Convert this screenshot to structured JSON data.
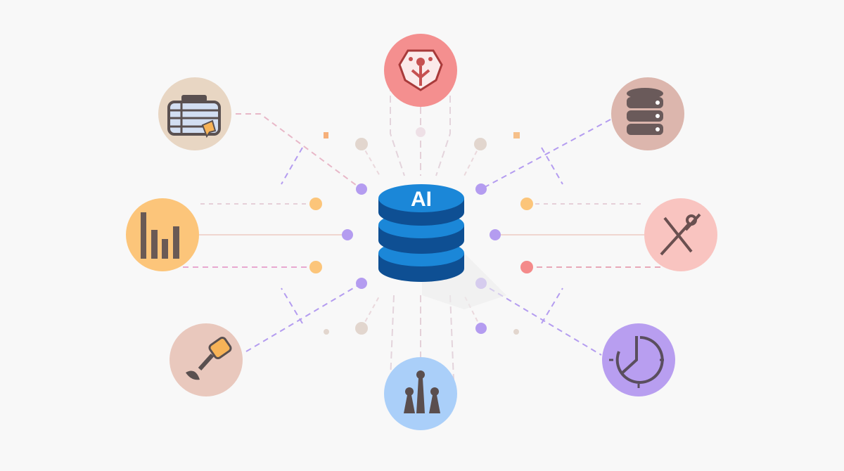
{
  "hub": {
    "label": "AI",
    "icon": "database-stack-icon",
    "color": "#1b7fd4"
  },
  "nodes": [
    {
      "id": "top",
      "icon": "network-hub-icon",
      "color": "#f48f8f"
    },
    {
      "id": "top-left",
      "icon": "table-edit-icon",
      "color": "#e8d6c3"
    },
    {
      "id": "top-right",
      "icon": "database-server-icon",
      "color": "#dcb6ad"
    },
    {
      "id": "left",
      "icon": "bar-chart-icon",
      "color": "#fcc57a"
    },
    {
      "id": "right",
      "icon": "tools-icon",
      "color": "#f9c4c0"
    },
    {
      "id": "bottom-left",
      "icon": "microphone-icon",
      "color": "#e9c8bd"
    },
    {
      "id": "bottom",
      "icon": "users-icon",
      "color": "#aacff9"
    },
    {
      "id": "bottom-right",
      "icon": "clock-icon",
      "color": "#b89ef0"
    }
  ],
  "accent_colors": {
    "purple": "#b49cf0",
    "orange": "#fcc57a",
    "red": "#f48a8a",
    "neutral": "#e2d6ce"
  }
}
